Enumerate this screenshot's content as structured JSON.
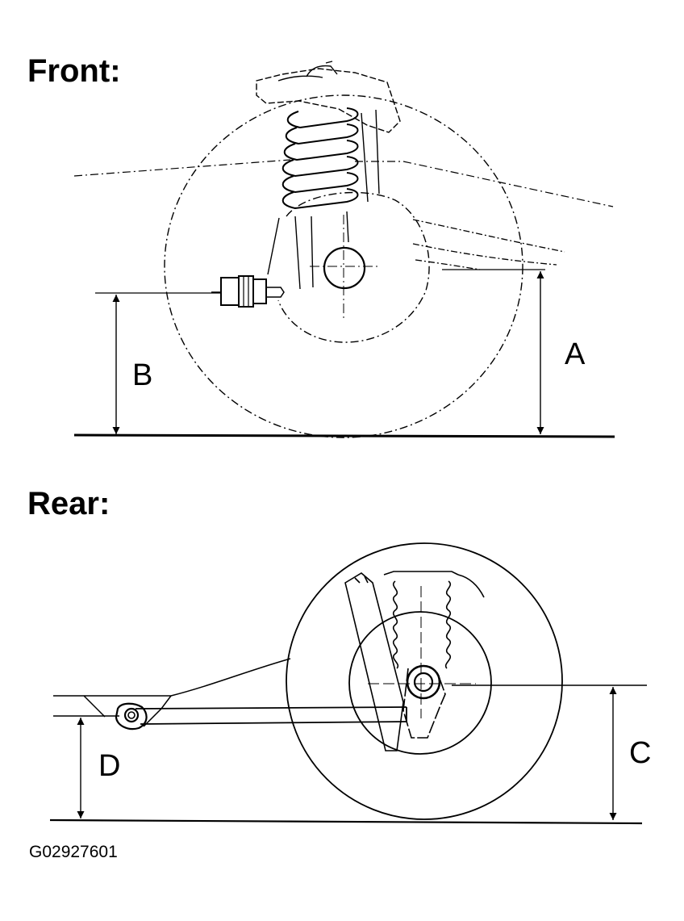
{
  "front": {
    "title": "Front:",
    "label_a": "A",
    "label_b": "B"
  },
  "rear": {
    "title": "Rear:",
    "label_c": "C",
    "label_d": "D"
  },
  "figure_code": "G02927601",
  "colors": {
    "line": "#000000",
    "background": "#ffffff"
  }
}
